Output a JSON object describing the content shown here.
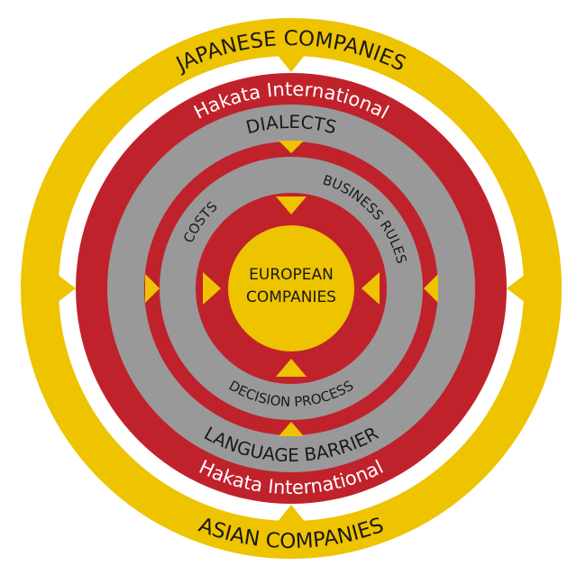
{
  "colors": {
    "yellow": "#EEC300",
    "red": "#C0222C",
    "gray": "#999999"
  },
  "outer_ring": {
    "top": "JAPANESE COMPANIES",
    "bottom": "ASIAN COMPANIES"
  },
  "brand_ring": {
    "top": "Hakata International",
    "bottom": "Hakata International"
  },
  "language_ring": {
    "top": "DIALECTS",
    "bottom": "LANGUAGE BARRIER"
  },
  "business_ring": {
    "left": "COSTS",
    "right": "BUSINESS RULES",
    "bottom": "DECISION PROCESS"
  },
  "center": {
    "line1": "EUROPEAN",
    "line2": "COMPANIES"
  }
}
